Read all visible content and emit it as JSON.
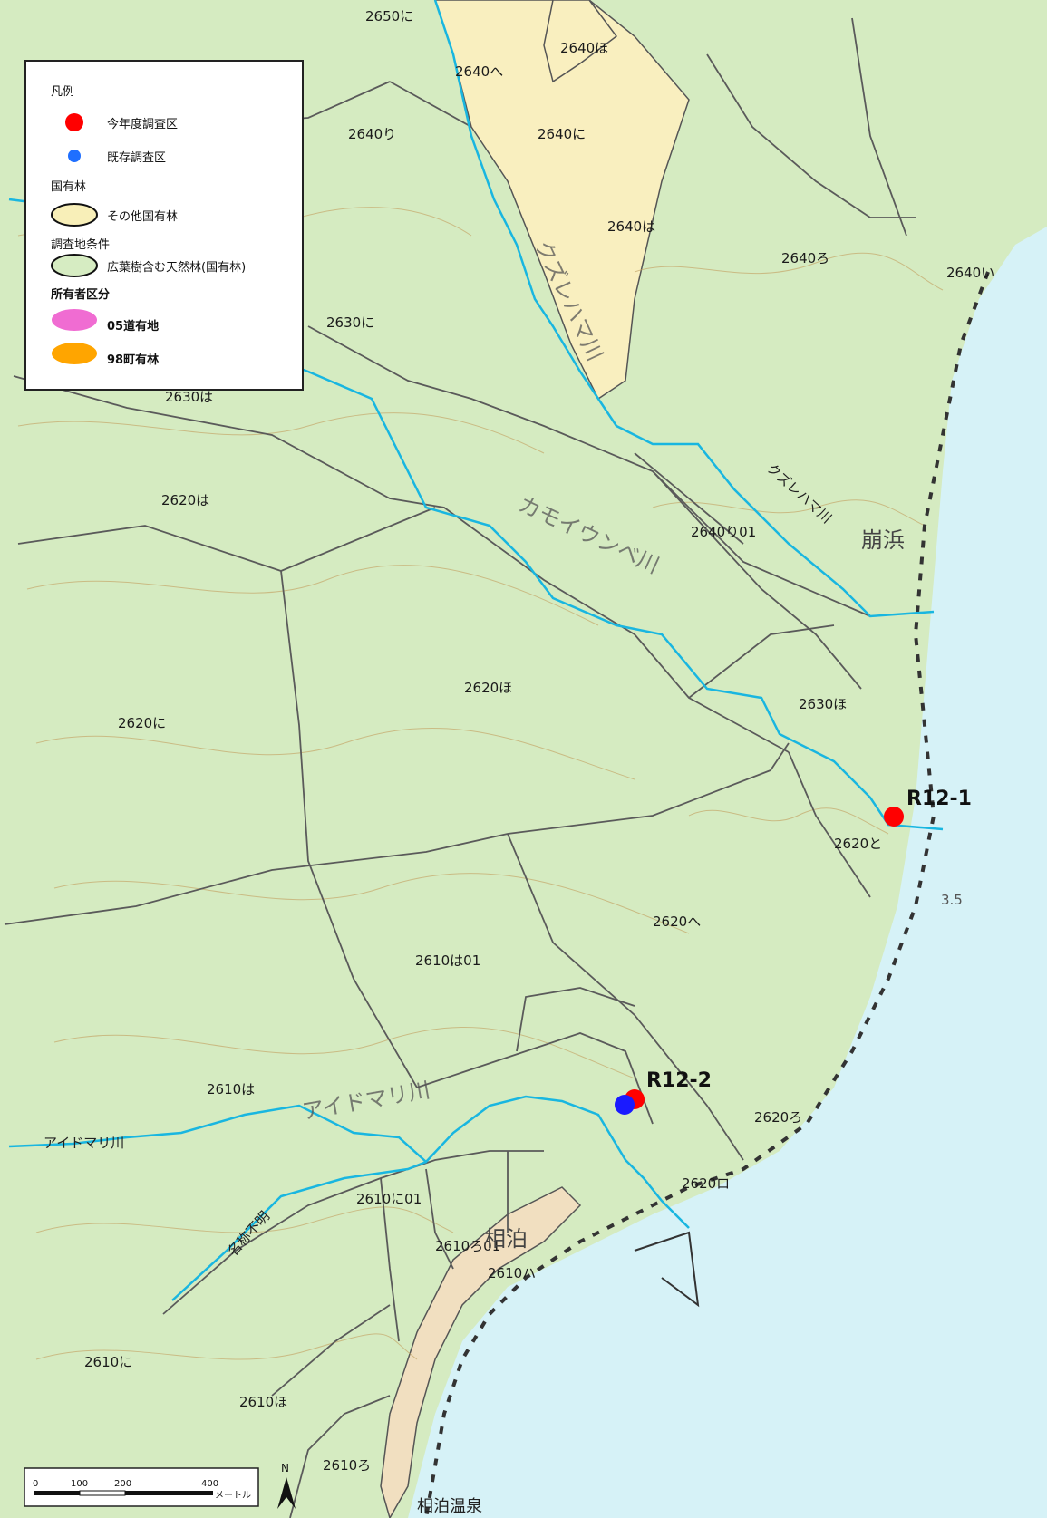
{
  "legend": {
    "title": "凡例",
    "items": [
      {
        "label": "今年度調査区",
        "color": "#ff0000"
      },
      {
        "label": "既存調査区",
        "color": "#1f6fff"
      }
    ],
    "section_national": "国有林",
    "other_national": {
      "label": "その他国有林",
      "color": "#f8efb8"
    },
    "section_condition": "調査地条件",
    "broadleaf": {
      "label": "広葉樹含む天然林(国有林)",
      "color": "#d6ecc2"
    },
    "section_owner": "所有者区分",
    "owners": [
      {
        "label": "05道有地",
        "color": "#f06cd2"
      },
      {
        "label": "98町有林",
        "color": "#ffa500"
      }
    ]
  },
  "colors": {
    "forest": "#d5ebc1",
    "other_forest": "#f9efbf",
    "sea": "#d6f2f7",
    "river": "#19b6e0",
    "boundary": "#5a5a5a",
    "contour": "#c4a76a"
  },
  "parcels": [
    "2650に",
    "2640ほ",
    "2640へ",
    "2640り",
    "2640に",
    "2640は",
    "2640ろ",
    "2640い",
    "2630に",
    "2630は",
    "2620は",
    "2640り01",
    "2620ほ",
    "2630ほ",
    "2620に",
    "2620と",
    "2620へ",
    "2610は01",
    "2610は",
    "2620ろ",
    "2620ロ",
    "2610に01",
    "2610ろ01",
    "2610ハ",
    "2610に",
    "2610ほ",
    "2610ろ"
  ],
  "rivers": {
    "kuzure_upper": "クズレハマ川",
    "kuzure": "クズレハマ川",
    "kamoiwa": "カモイウンベ川",
    "aidomari_big": "アイドマリ川",
    "aidomari": "アイドマリ川",
    "unknown": "名称不明"
  },
  "places": {
    "kuzurehama": "崩浜",
    "aidomari": "相泊",
    "onsen": "相泊温泉"
  },
  "elevation": "3.5",
  "sites": [
    {
      "label": "R12-1",
      "status": "今年度調査区"
    },
    {
      "label": "R12-2",
      "status": "今年度調査区"
    },
    {
      "label": "",
      "status": "既存調査区"
    }
  ],
  "scale": {
    "ticks": [
      "0",
      "100",
      "200",
      "400"
    ],
    "unit": "メートル"
  },
  "north": "N"
}
